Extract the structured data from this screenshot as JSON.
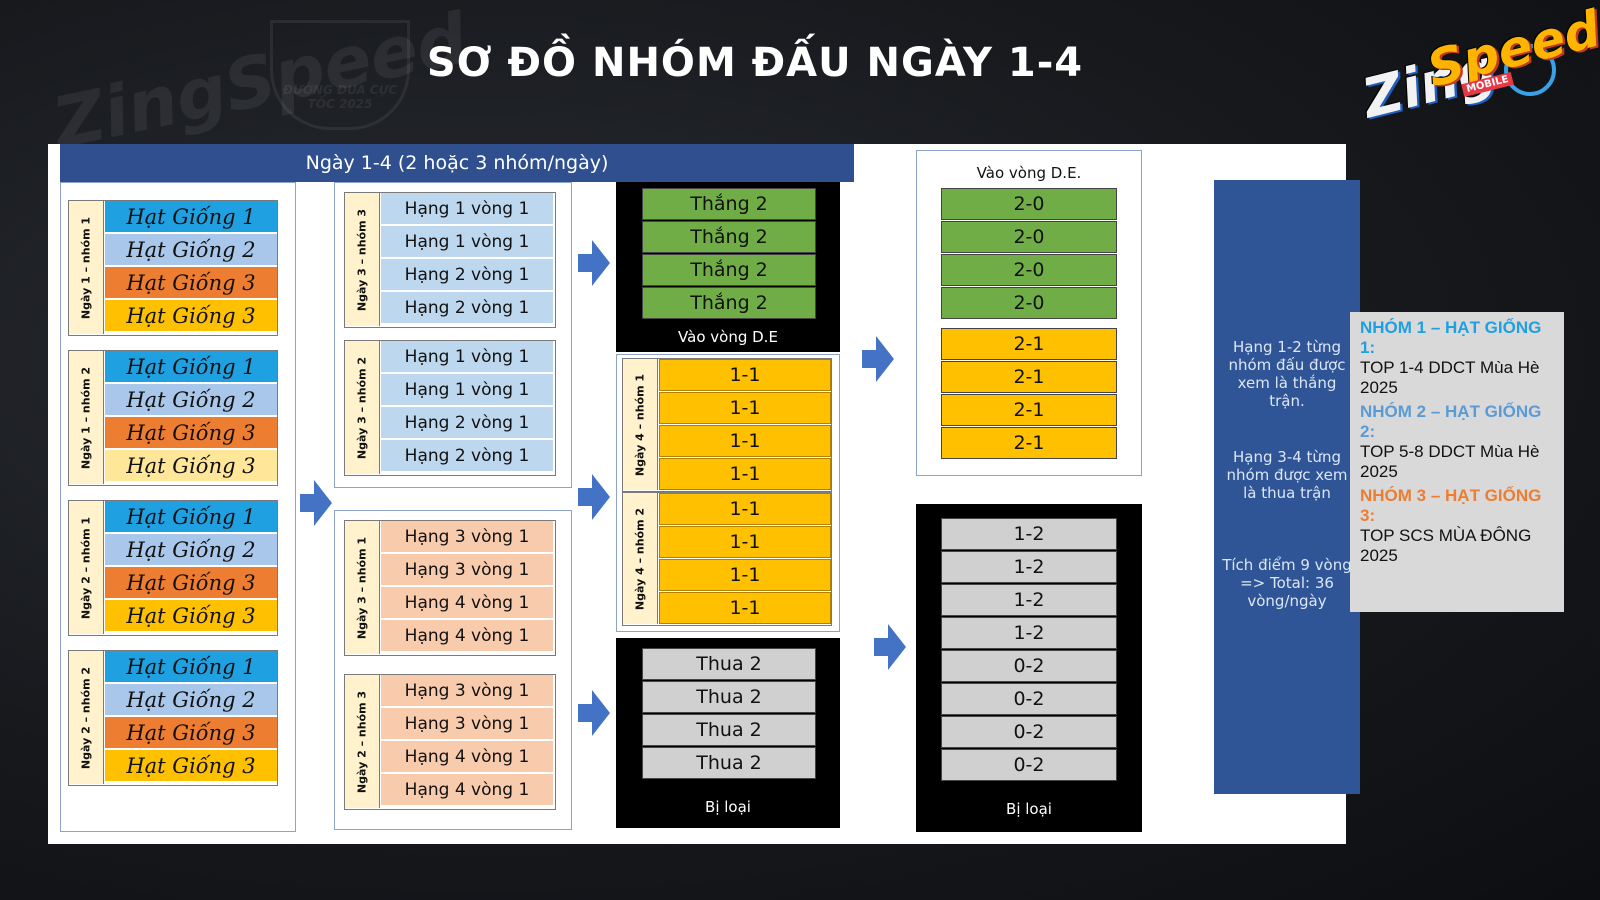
{
  "title": "SƠ ĐỒ NHÓM ĐẤU NGÀY 1-4",
  "brand": {
    "z": "Zing",
    "s": "Speed",
    "m": "MOBILE"
  },
  "bg_logo_left": "ZingSpeed",
  "bg_logo_mid": "ĐƯỜNG ĐUA CỰC TỐC 2025",
  "diagram_header": "Ngày 1-4 (2 hoặc 3 nhóm/ngày)",
  "seed_groups": [
    {
      "label": "Ngày 1 – nhóm 1",
      "seeds": [
        "Hạt Giống 1",
        "Hạt Giống 2",
        "Hạt Giống 3",
        "Hạt Giống 3"
      ]
    },
    {
      "label": "Ngày 1 – nhóm 2",
      "seeds": [
        "Hạt Giống 1",
        "Hạt Giống 2",
        "Hạt Giống 3",
        "Hạt Giống 3"
      ]
    },
    {
      "label": "Ngày 2 – nhóm 1",
      "seeds": [
        "Hạt Giống 1",
        "Hạt Giống 2",
        "Hạt Giống 3",
        "Hạt Giống 3"
      ]
    },
    {
      "label": "Ngày 2 – nhóm 2",
      "seeds": [
        "Hạt Giống 1",
        "Hạt Giống 2",
        "Hạt Giống 3",
        "Hạt Giống 3"
      ]
    }
  ],
  "round2_groups": [
    {
      "label": "Ngày 3 – nhóm 3",
      "ranks": [
        "Hạng 1 vòng 1",
        "Hạng 1 vòng 1",
        "Hạng 2 vòng 1",
        "Hạng 2 vòng 1"
      ]
    },
    {
      "label": "Ngày 3 – nhóm 2",
      "ranks": [
        "Hạng 1 vòng 1",
        "Hạng 1 vòng 1",
        "Hạng 2 vòng 1",
        "Hạng 2 vòng 1"
      ]
    },
    {
      "label": "Ngày 3 – nhóm 1",
      "ranks": [
        "Hạng 3 vòng 1",
        "Hạng 3 vòng 1",
        "Hạng 4 vòng 1",
        "Hạng 4 vòng 1"
      ]
    },
    {
      "label": "Ngày 2 – nhóm 3",
      "ranks": [
        "Hạng 3 vòng 1",
        "Hạng 3 vòng 1",
        "Hạng 4 vòng 1",
        "Hạng 4 vòng 1"
      ]
    }
  ],
  "wins": [
    "Thắng 2",
    "Thắng 2",
    "Thắng 2",
    "Thắng 2"
  ],
  "wins_caption": "Vào vòng D.E",
  "mid_groups": [
    {
      "label": "Ngày 4 – nhóm 1",
      "items": [
        "1-1",
        "1-1",
        "1-1",
        "1-1"
      ]
    },
    {
      "label": "Ngày 4 – nhóm 2",
      "items": [
        "1-1",
        "1-1",
        "1-1",
        "1-1"
      ]
    }
  ],
  "losses": [
    "Thua 2",
    "Thua 2",
    "Thua 2",
    "Thua 2"
  ],
  "losses_caption": "Bị loại",
  "de_title": "Vào vòng D.E.",
  "de_green": [
    "2-0",
    "2-0",
    "2-0",
    "2-0"
  ],
  "de_yellow": [
    "2-1",
    "2-1",
    "2-1",
    "2-1"
  ],
  "elim_items": [
    "1-2",
    "1-2",
    "1-2",
    "1-2",
    "0-2",
    "0-2",
    "0-2",
    "0-2"
  ],
  "elim_caption": "Bị loại",
  "info": {
    "p1": "Hạng 1-2 từng nhóm đấu được xem là thắng trận.",
    "p2": "Hạng 3-4 từng nhóm được xem là thua trận",
    "p3": "Tích điểm 9 vòng => Total: 36 vòng/ngày"
  },
  "legend": [
    {
      "title": "NHÓM 1 – HẠT GIỐNG 1:",
      "desc": "TOP 1-4 DDCT Mùa Hè 2025",
      "color": "#1fa0e0"
    },
    {
      "title": "NHÓM 2 – HẠT GIỐNG 2:",
      "desc": "TOP 5-8 DDCT Mùa Hè 2025",
      "color": "#5b9bd5"
    },
    {
      "title": "NHÓM 3 – HẠT GIỐNG 3:",
      "desc": "TOP SCS MÙA ĐÔNG 2025",
      "color": "#ed7d31"
    }
  ]
}
